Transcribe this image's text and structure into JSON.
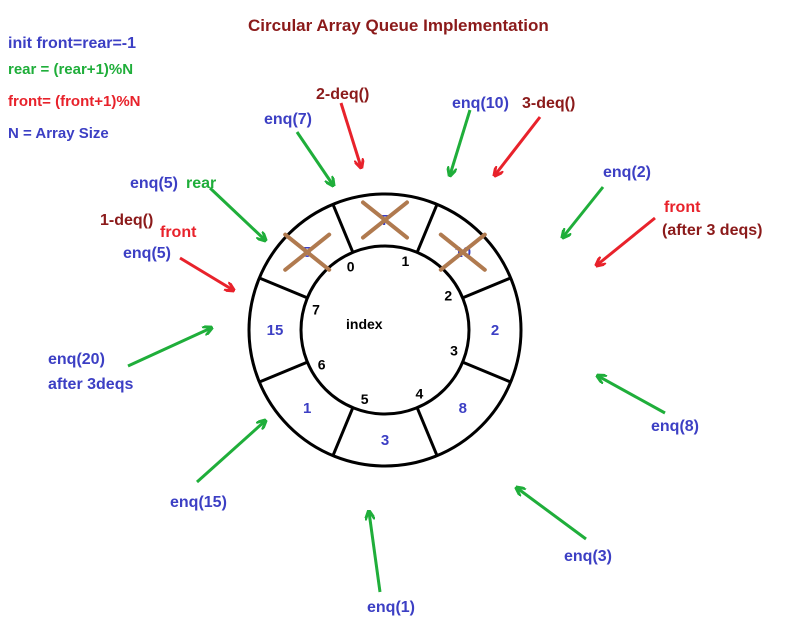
{
  "title": "Circular Array Queue Implementation",
  "notes": {
    "init": "init front=rear=-1",
    "rear_formula": "rear = (rear+1)%N",
    "front_formula": "front= (front+1)%N",
    "n_def": "N = Array Size"
  },
  "center_label": "index",
  "index_labels": [
    "0",
    "1",
    "2",
    "3",
    "4",
    "5",
    "6",
    "7"
  ],
  "cell_values": [
    "5",
    "7",
    "10",
    "2",
    "8",
    "3",
    "1",
    "15"
  ],
  "crossed_cells": [
    0,
    1,
    2
  ],
  "annotations": {
    "enq5": "enq(5)",
    "enq5_rear": "rear",
    "deq1": "1-deq()",
    "deq1_front": "front",
    "enq5_b": "enq(5)",
    "enq7": "enq(7)",
    "deq2": "2-deq()",
    "enq10": "enq(10)",
    "deq3": "3-deq()",
    "enq2": "enq(2)",
    "front_after": "front",
    "front_after_2": "(after 3 deqs)",
    "enq20": "enq(20)",
    "enq20_after": "after 3deqs",
    "enq15": "enq(15)",
    "enq1": "enq(1)",
    "enq3": "enq(3)",
    "enq8": "enq(8)"
  },
  "colors": {
    "title": "#8b1a1a",
    "blue": "#3c3fc4",
    "green": "#1fae3a",
    "red": "#e8222b",
    "dark_red": "#8b1a1a",
    "cross": "#b07a4f",
    "ring": "#000000"
  }
}
